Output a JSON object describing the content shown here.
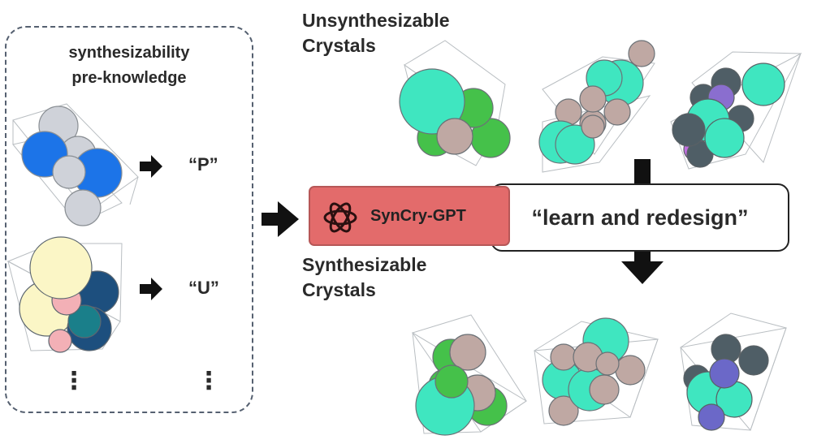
{
  "panel": {
    "title_line1": "synthesizability",
    "title_line2": "pre-knowledge",
    "label_p": "“P”",
    "label_u": "“U”",
    "ellipsis": "⋮"
  },
  "headings": {
    "unsynth_line1": "Unsynthesizable",
    "unsynth_line2": "Crystals",
    "synth_line1": "Synthesizable",
    "synth_line2": "Crystals"
  },
  "model": {
    "name": "SynCry-GPT",
    "logo_icon": "openai-knot-icon"
  },
  "process": {
    "label": "“learn and redesign”"
  },
  "colors": {
    "model_box": "#e36b6b",
    "atom_mint": "#3fe6c0",
    "atom_green": "#45c14a",
    "atom_taupe": "#bfa8a3",
    "atom_blue": "#1c74e8",
    "atom_slate": "#4f5e66",
    "atom_navy": "#1d4f7e",
    "atom_cream": "#fbf6c6"
  }
}
